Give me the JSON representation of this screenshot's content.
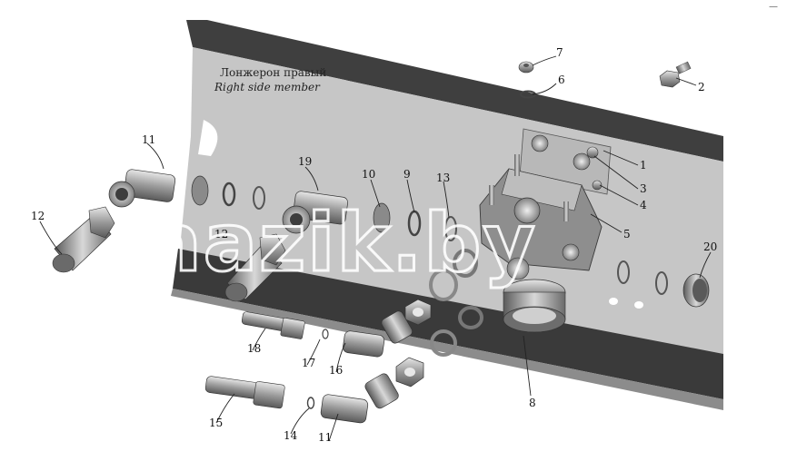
{
  "caption": {
    "ru": "Лонжерон правый",
    "en": "Right side member"
  },
  "watermark": "mazik.by",
  "corner_mark": "—",
  "callouts": [
    {
      "id": "c1",
      "text": "1"
    },
    {
      "id": "c2",
      "text": "2"
    },
    {
      "id": "c3",
      "text": "3"
    },
    {
      "id": "c4",
      "text": "4"
    },
    {
      "id": "c5",
      "text": "5"
    },
    {
      "id": "c6",
      "text": "6"
    },
    {
      "id": "c7",
      "text": "7"
    },
    {
      "id": "c8",
      "text": "8"
    },
    {
      "id": "c9",
      "text": "9"
    },
    {
      "id": "c10",
      "text": "10"
    },
    {
      "id": "c11a",
      "text": "11"
    },
    {
      "id": "c11b",
      "text": "11"
    },
    {
      "id": "c12a",
      "text": "12"
    },
    {
      "id": "c12b",
      "text": "12"
    },
    {
      "id": "c13",
      "text": "13"
    },
    {
      "id": "c14",
      "text": "14"
    },
    {
      "id": "c15",
      "text": "15"
    },
    {
      "id": "c16",
      "text": "16"
    },
    {
      "id": "c17",
      "text": "17"
    },
    {
      "id": "c18",
      "text": "18"
    },
    {
      "id": "c19",
      "text": "19"
    },
    {
      "id": "c20",
      "text": "20"
    }
  ],
  "colors": {
    "web": "#c9c9c9",
    "flange": "#4a4a4a",
    "metal": "#9c9c9c",
    "metal_dark": "#5e5e5e",
    "metal_light": "#dcdcdc"
  }
}
